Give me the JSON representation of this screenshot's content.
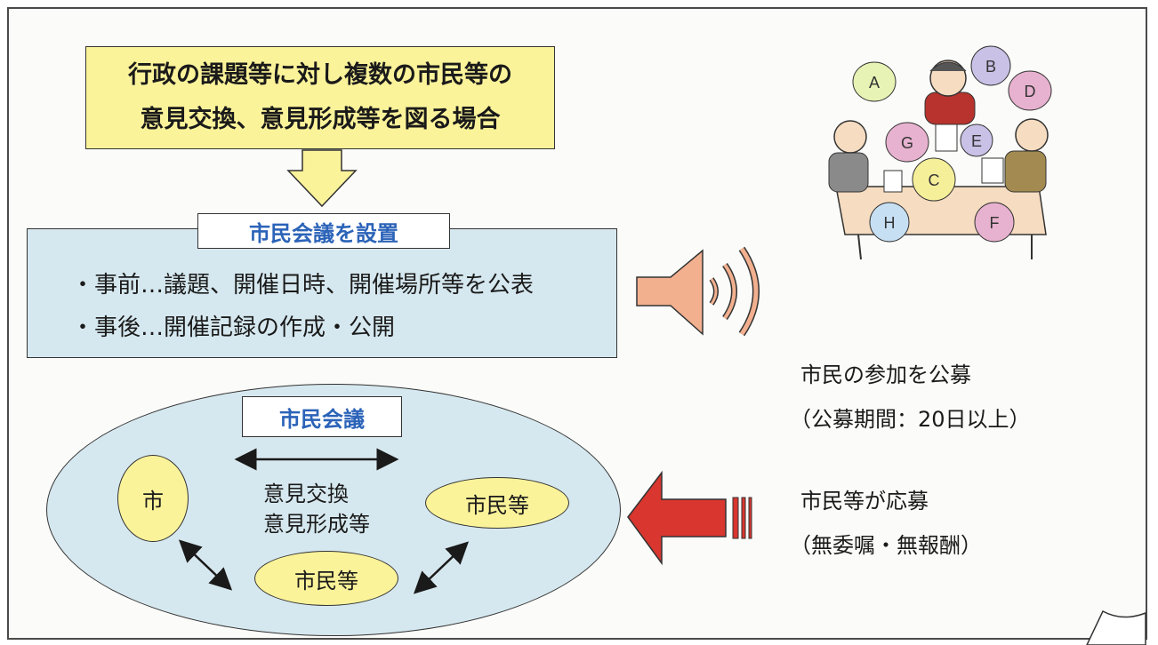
{
  "header": {
    "line1": "行政の課題等に対し複数の市民等の",
    "line2": "意見交換、意見形成等を図る場合"
  },
  "setup": {
    "title": "市民会議を設置",
    "bullet1": "・事前…議題、開催日時、開催場所等を公表",
    "bullet2": "・事後…開催記録の作成・公開"
  },
  "meeting": {
    "title": "市民会議",
    "city": "市",
    "citizens_right": "市民等",
    "citizens_bottom": "市民等",
    "exchange_line1": "意見交換",
    "exchange_line2": "意見形成等"
  },
  "recruit": {
    "line1": "市民の参加を公募",
    "line2": "（公募期間：20日以上）"
  },
  "apply": {
    "line1": "市民等が応募",
    "line2": "（無委嘱・無報酬）"
  },
  "illustration": {
    "bubbles": [
      "A",
      "B",
      "D",
      "G",
      "E",
      "C",
      "H",
      "F"
    ]
  },
  "colors": {
    "yellow": "#fbf39a",
    "light_blue": "#d6e8ef",
    "title_blue": "#2b63b8",
    "arrow_red": "#d8362f",
    "speaker_salmon": "#f2b08f"
  }
}
